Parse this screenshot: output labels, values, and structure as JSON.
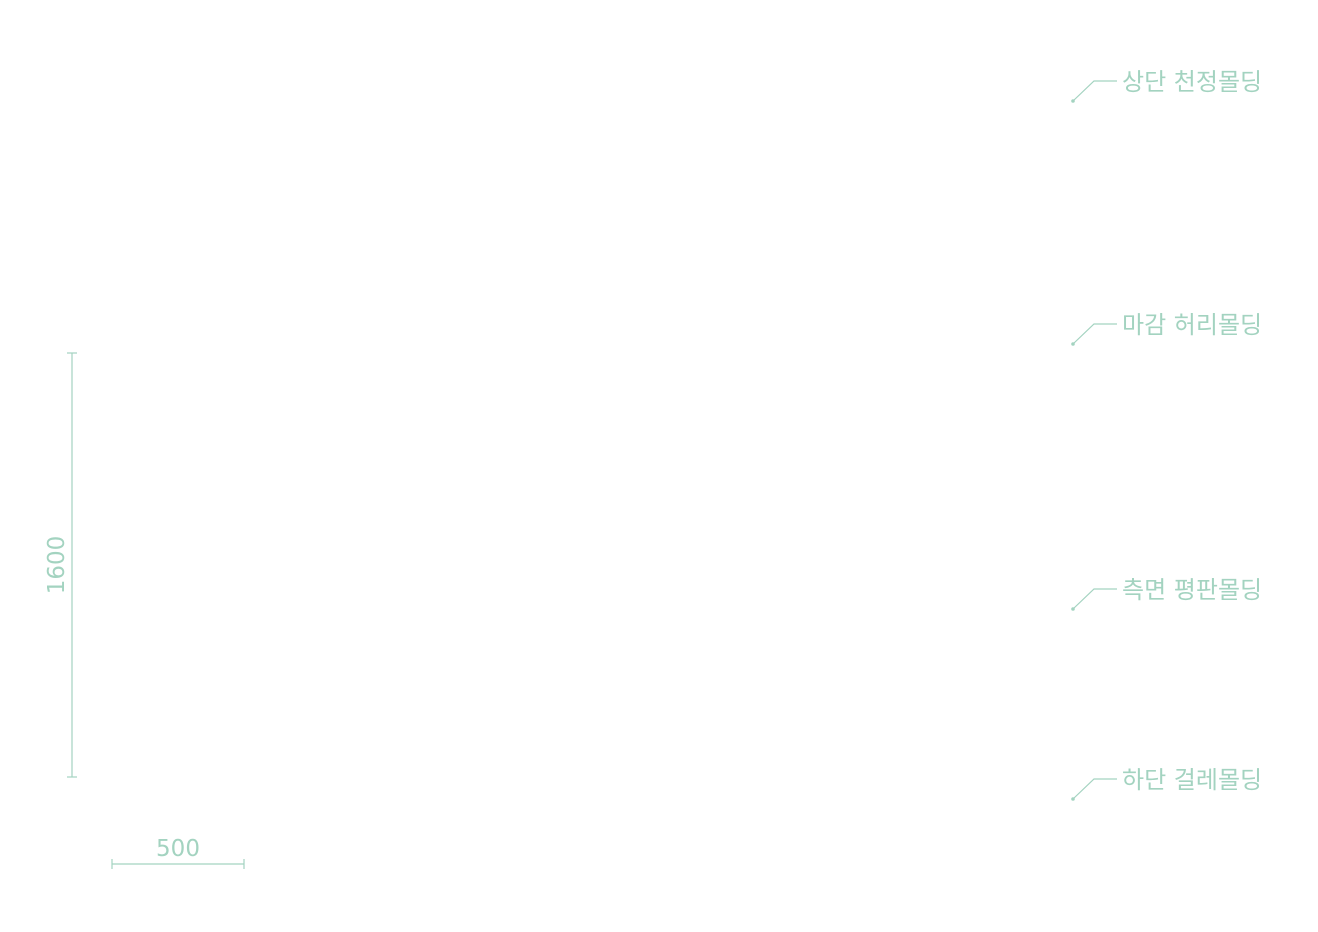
{
  "colors": {
    "accent": "#a3d3c0",
    "background": "#ffffff"
  },
  "dimensions": {
    "height_label": "1600",
    "width_label": "500"
  },
  "callouts": [
    {
      "label": "상단 천정몰딩"
    },
    {
      "label": "마감 허리몰딩"
    },
    {
      "label": "측면 평판몰딩"
    },
    {
      "label": "하단 걸레몰딩"
    }
  ]
}
